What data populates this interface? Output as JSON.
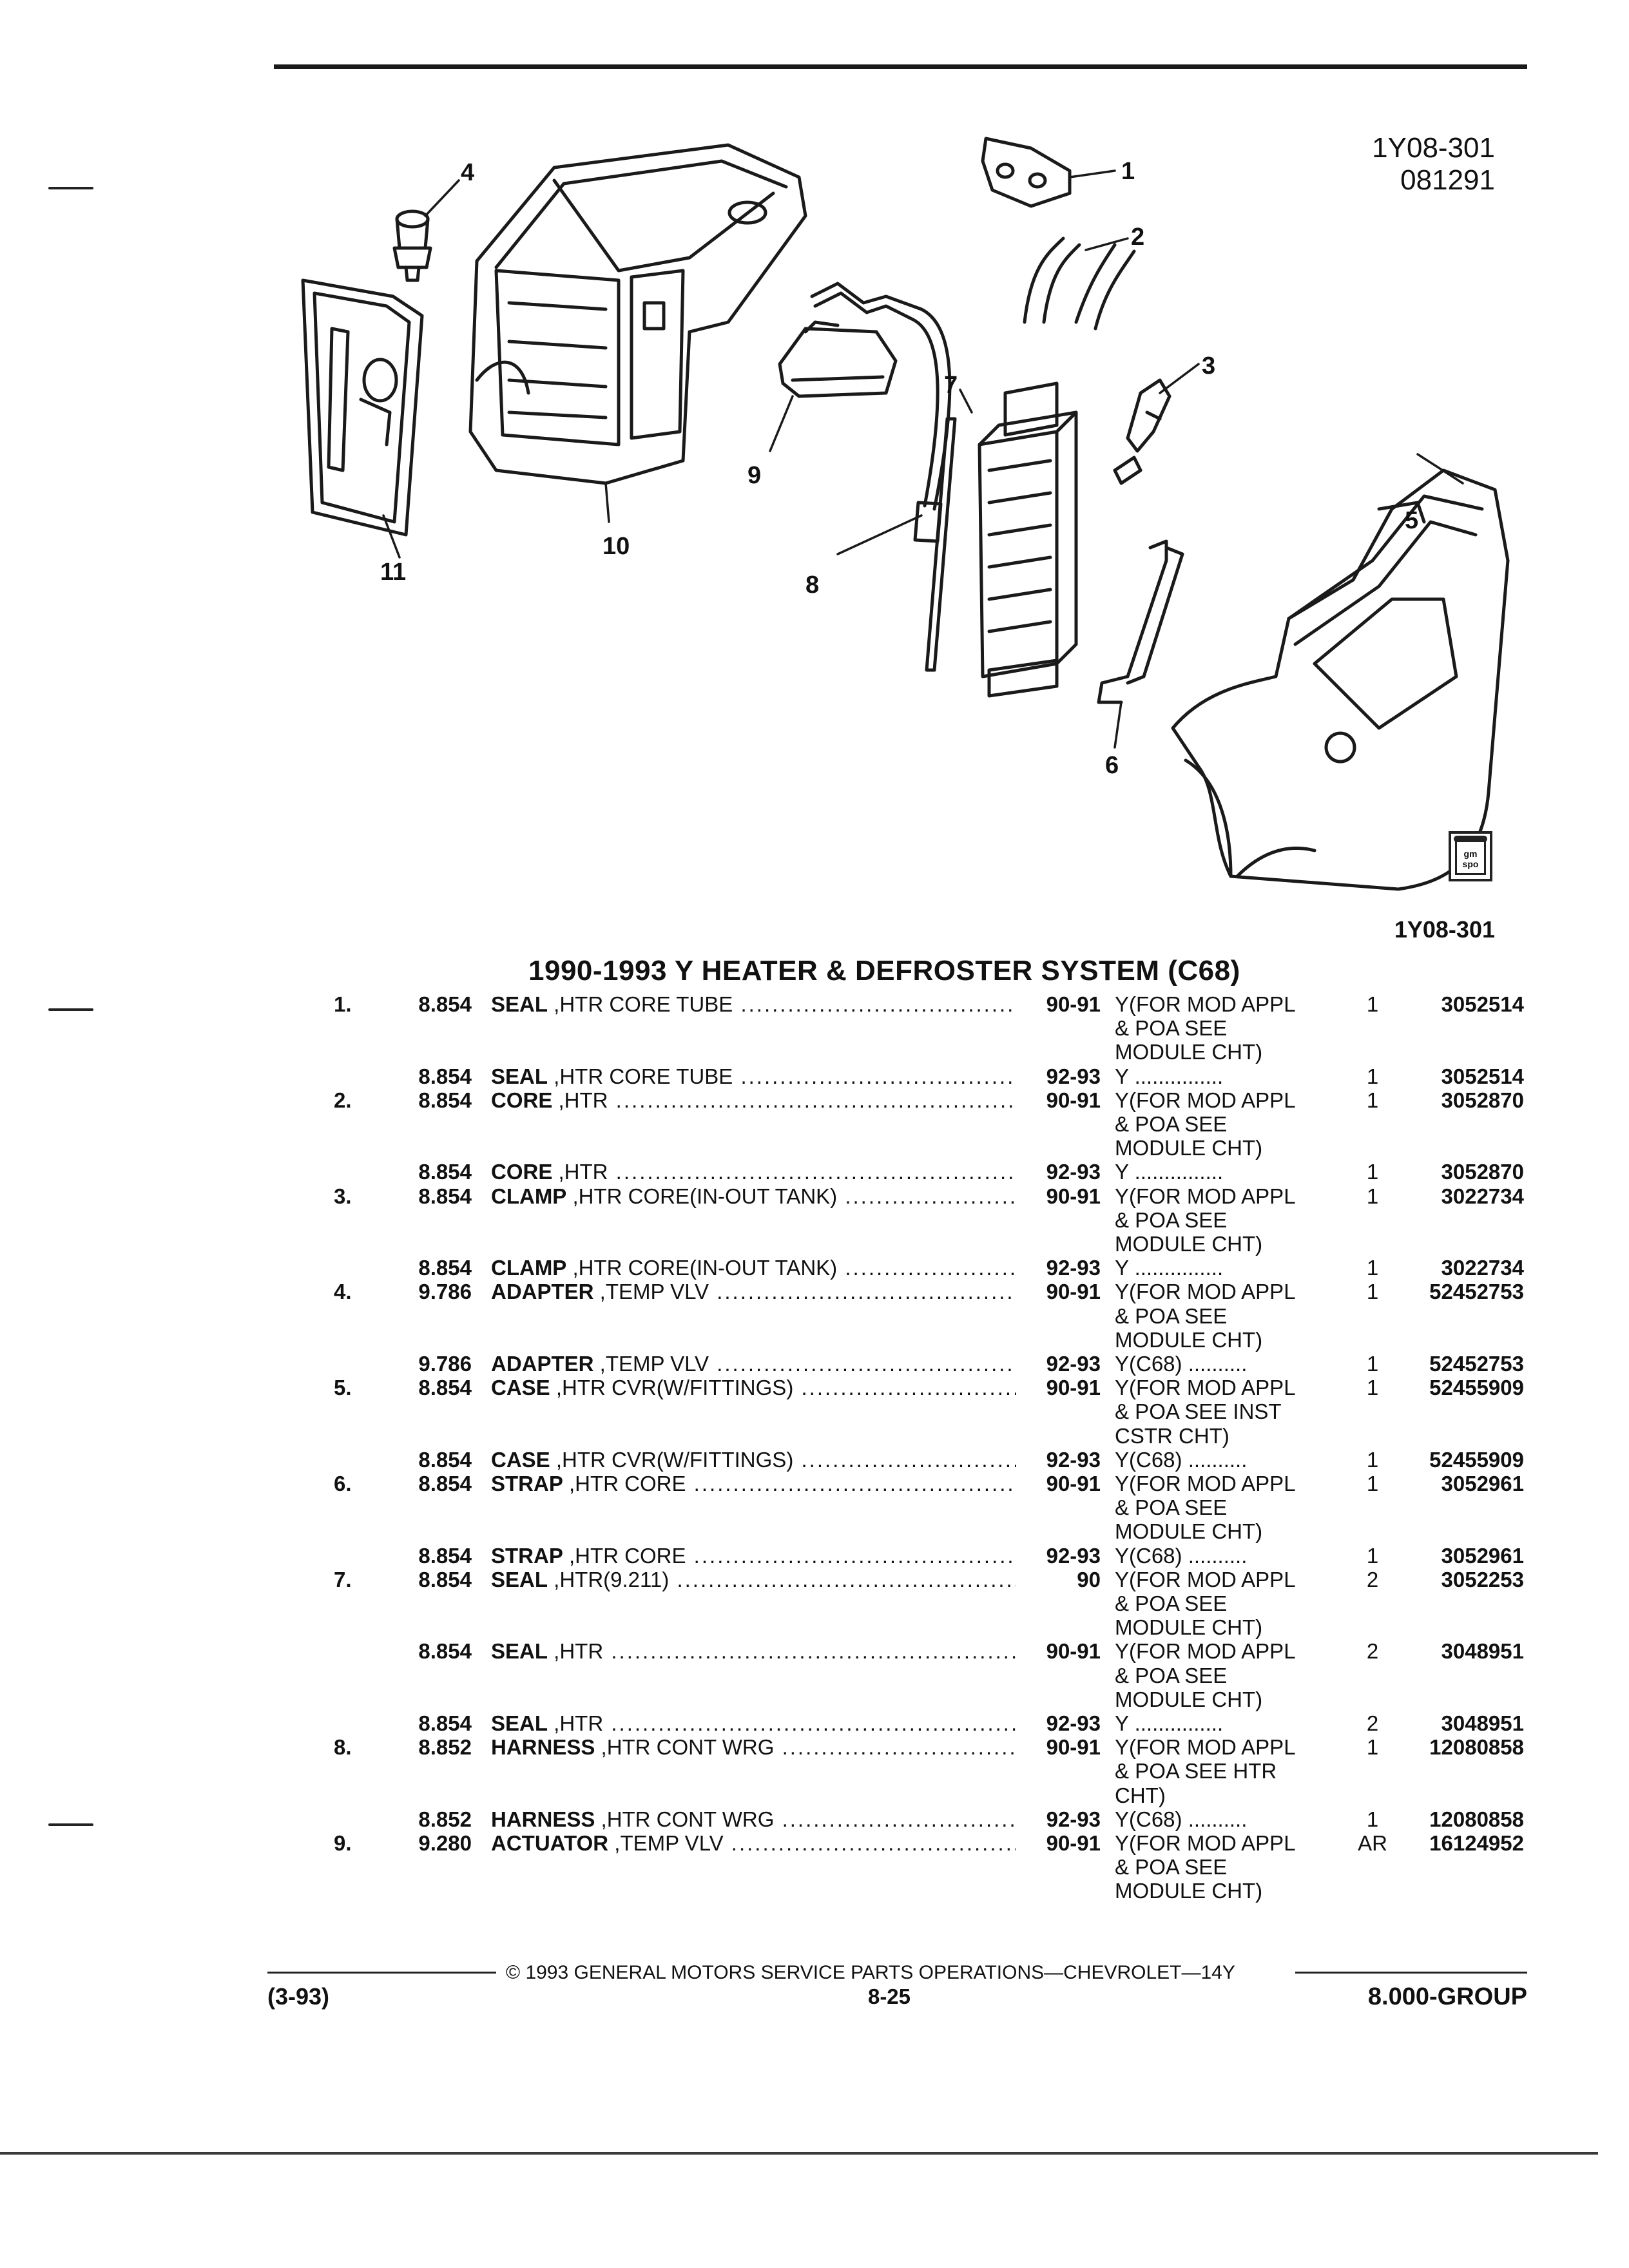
{
  "header": {
    "figure_id": "1Y08-301",
    "figure_date": "081291",
    "figure_id_bottom": "1Y08-301"
  },
  "diagram": {
    "callouts": [
      "1",
      "2",
      "3",
      "4",
      "5",
      "6",
      "7",
      "8",
      "9",
      "10",
      "11"
    ],
    "badge_text": "gm spo"
  },
  "section": {
    "title": "1990-1993 Y HEATER & DEFROSTER SYSTEM (C68)"
  },
  "rows": [
    {
      "index": "1.",
      "group": "8.854",
      "name": "SEAL",
      "desc": " ,HTR CORE TUBE",
      "years": "90-91",
      "model": "Y(FOR MOD APPL",
      "qty": "1",
      "part": "3052514"
    },
    {
      "model": "& POA SEE"
    },
    {
      "model": "MODULE CHT)"
    },
    {
      "group": "8.854",
      "name": "SEAL",
      "desc": " ,HTR CORE TUBE",
      "years": "92-93",
      "model": "Y ...............",
      "qty": "1",
      "part": "3052514"
    },
    {
      "index": "2.",
      "group": "8.854",
      "name": "CORE",
      "desc": " ,HTR",
      "years": "90-91",
      "model": "Y(FOR MOD APPL",
      "qty": "1",
      "part": "3052870"
    },
    {
      "model": "& POA SEE"
    },
    {
      "model": "MODULE CHT)"
    },
    {
      "group": "8.854",
      "name": "CORE",
      "desc": " ,HTR",
      "years": "92-93",
      "model": "Y ...............",
      "qty": "1",
      "part": "3052870"
    },
    {
      "index": "3.",
      "group": "8.854",
      "name": "CLAMP",
      "desc": " ,HTR CORE(IN-OUT TANK)",
      "years": "90-91",
      "model": "Y(FOR MOD APPL",
      "qty": "1",
      "part": "3022734"
    },
    {
      "model": "& POA SEE"
    },
    {
      "model": "MODULE CHT)"
    },
    {
      "group": "8.854",
      "name": "CLAMP",
      "desc": " ,HTR CORE(IN-OUT TANK)",
      "years": "92-93",
      "model": "Y ...............",
      "qty": "1",
      "part": "3022734"
    },
    {
      "index": "4.",
      "group": "9.786",
      "name": "ADAPTER",
      "desc": " ,TEMP VLV",
      "years": "90-91",
      "model": "Y(FOR MOD APPL",
      "qty": "1",
      "part": "52452753"
    },
    {
      "model": "& POA SEE"
    },
    {
      "model": "MODULE CHT)"
    },
    {
      "group": "9.786",
      "name": "ADAPTER",
      "desc": " ,TEMP VLV",
      "years": "92-93",
      "model": "Y(C68) ..........",
      "qty": "1",
      "part": "52452753"
    },
    {
      "index": "5.",
      "group": "8.854",
      "name": "CASE",
      "desc": " ,HTR CVR(W/FITTINGS)",
      "years": "90-91",
      "model": "Y(FOR MOD APPL",
      "qty": "1",
      "part": "52455909"
    },
    {
      "model": "& POA SEE INST"
    },
    {
      "model": "CSTR CHT)"
    },
    {
      "group": "8.854",
      "name": "CASE",
      "desc": " ,HTR CVR(W/FITTINGS)",
      "years": "92-93",
      "model": "Y(C68) ..........",
      "qty": "1",
      "part": "52455909"
    },
    {
      "index": "6.",
      "group": "8.854",
      "name": "STRAP",
      "desc": " ,HTR CORE",
      "years": "90-91",
      "model": "Y(FOR MOD APPL",
      "qty": "1",
      "part": "3052961"
    },
    {
      "model": "& POA SEE"
    },
    {
      "model": "MODULE CHT)"
    },
    {
      "group": "8.854",
      "name": "STRAP",
      "desc": " ,HTR CORE",
      "years": "92-93",
      "model": "Y(C68) ..........",
      "qty": "1",
      "part": "3052961"
    },
    {
      "index": "7.",
      "group": "8.854",
      "name": "SEAL",
      "desc": " ,HTR(9.211)",
      "years": "90",
      "model": "Y(FOR MOD APPL",
      "qty": "2",
      "part": "3052253"
    },
    {
      "model": "& POA SEE"
    },
    {
      "model": "MODULE CHT)"
    },
    {
      "group": "8.854",
      "name": "SEAL",
      "desc": " ,HTR",
      "years": "90-91",
      "model": "Y(FOR MOD APPL",
      "qty": "2",
      "part": "3048951"
    },
    {
      "model": "& POA SEE"
    },
    {
      "model": "MODULE CHT)"
    },
    {
      "group": "8.854",
      "name": "SEAL",
      "desc": " ,HTR",
      "years": "92-93",
      "model": "Y ...............",
      "qty": "2",
      "part": "3048951"
    },
    {
      "index": "8.",
      "group": "8.852",
      "name": "HARNESS",
      "desc": " ,HTR CONT WRG",
      "years": "90-91",
      "model": "Y(FOR MOD APPL",
      "qty": "1",
      "part": "12080858"
    },
    {
      "model": "& POA SEE HTR"
    },
    {
      "model": "CHT)"
    },
    {
      "group": "8.852",
      "name": "HARNESS",
      "desc": " ,HTR CONT WRG",
      "years": "92-93",
      "model": "Y(C68) ..........",
      "qty": "1",
      "part": "12080858"
    },
    {
      "index": "9.",
      "group": "9.280",
      "name": "ACTUATOR",
      "desc": " ,TEMP VLV",
      "years": "90-91",
      "model": "Y(FOR MOD APPL",
      "qty": "AR",
      "part": "16124952"
    },
    {
      "model": "& POA SEE"
    },
    {
      "model": "MODULE CHT)"
    }
  ],
  "footer": {
    "copyright": "© 1993 GENERAL MOTORS SERVICE PARTS OPERATIONS—CHEVROLET—14Y",
    "revision": "(3-93)",
    "page": "8-25",
    "group": "8.000-GROUP"
  }
}
